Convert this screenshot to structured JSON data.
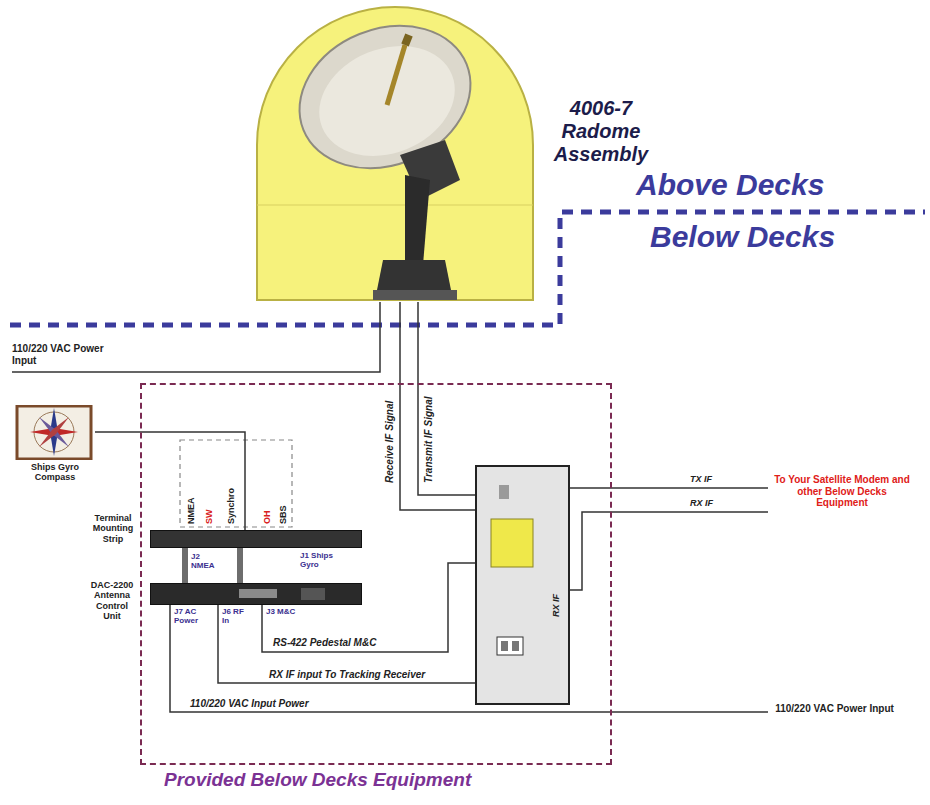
{
  "diagram": {
    "nodes": [
      {
        "text": [
          "4006-7 Radome Assembly"
        ]
      },
      {
        "text": [
          "Provided Below Decks Equipment"
        ]
      },
      {
        "text": [
          "Ships Gyro Compass"
        ]
      },
      {
        "text": [
          "Terminal Mounting Strip"
        ],
        "in": 1
      },
      {
        "text": [
          "DAC-2200 Antenna Control Unit"
        ],
        "in": 1
      },
      {
        "text": [
          "RX IF"
        ],
        "in": 1
      }
    ],
    "edges": [
      {
        "from": 0,
        "to": 5,
        "label": "Receive IF Signal",
        "arrow": "none"
      },
      {
        "from": 0,
        "to": 5,
        "label": "Transmit IF Signal",
        "arrow": "none"
      },
      {
        "from": 2,
        "to": 3,
        "arrow": "none"
      },
      {
        "from": 3,
        "to": 4,
        "arrow": "none"
      },
      {
        "from": 3,
        "to": 4,
        "arrow": "none"
      },
      {
        "from": 4,
        "to": 5,
        "label": "RS-422 Pedestal M&C",
        "arrow": "none"
      },
      {
        "from": 4,
        "to": 5,
        "label": "RX IF input To Tracking Receiver",
        "arrow": "none"
      }
    ],
    "labels": [
      "Above Decks",
      "Below Decks",
      "110/220 VAC Power Input",
      "NMEA",
      "SW",
      "Synchro",
      "OH",
      "SBS",
      "J2 NMEA",
      "J1 Ships Gyro",
      "J7 AC Power",
      "J6 RF In",
      "J3 M&C",
      "TX IF",
      "RX IF",
      "To Your Satellite Modem and other Below Decks Equipment",
      "110/220 VAC Input Power",
      "110/220 VAC Power Input"
    ]
  }
}
